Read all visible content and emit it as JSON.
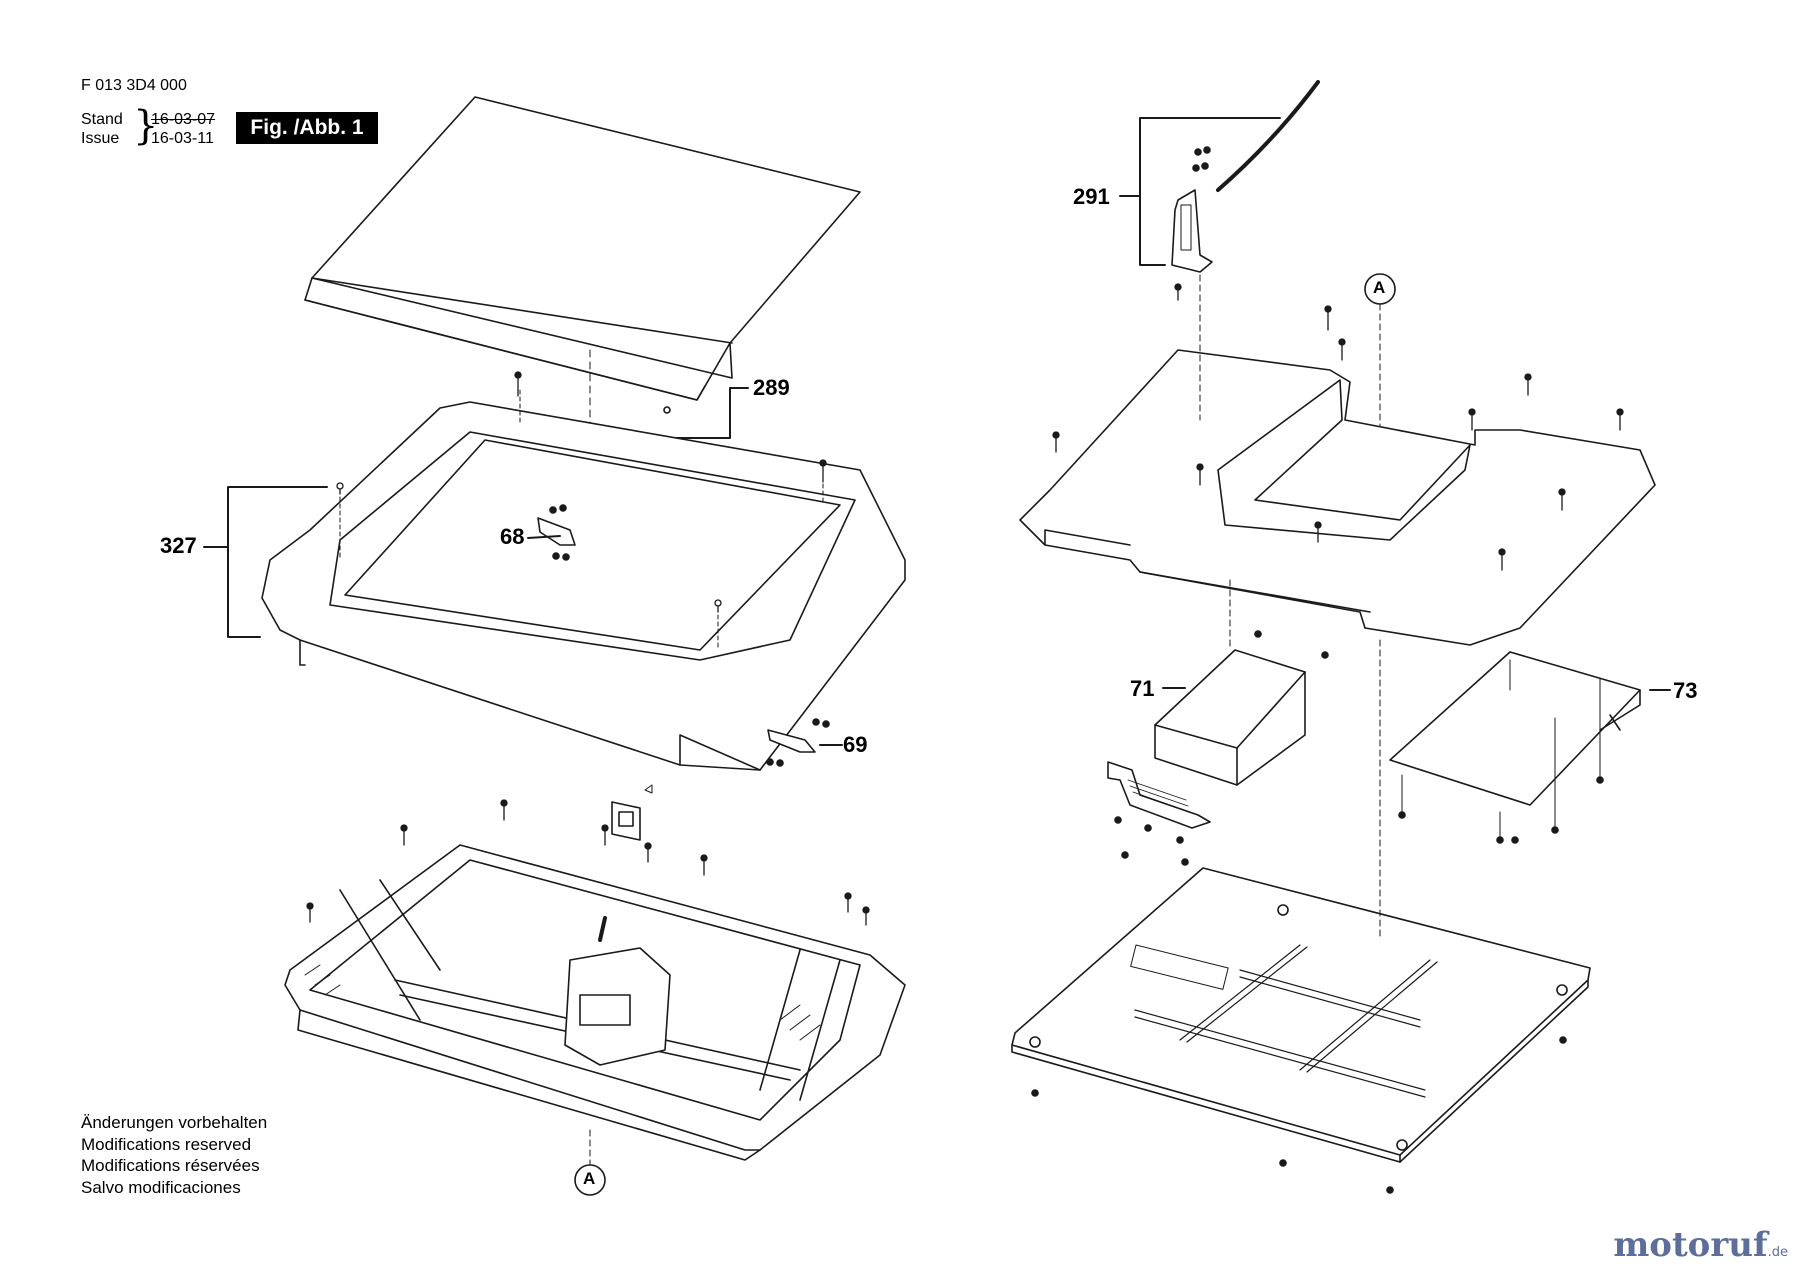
{
  "header": {
    "doc_number": "F 013 3D4 000",
    "stand_label": "Stand",
    "issue_label": "Issue",
    "stand_date": "16-03-07",
    "issue_date": "16-03-11",
    "figure_badge": "Fig. /Abb. 1"
  },
  "parts": {
    "p289": "289",
    "p327": "327",
    "p68": "68",
    "p69": "69",
    "p291": "291",
    "p71": "71",
    "p73": "73"
  },
  "markers": {
    "top": "A",
    "bottom": "A"
  },
  "notes": [
    "Änderungen vorbehalten",
    "Modifications reserved",
    "Modifications réservées",
    "Salvo modificaciones"
  ],
  "watermark": {
    "main": "motoruf",
    "tld": ".de"
  },
  "colors": {
    "line": "#1a1a1a",
    "badge_bg": "#000000",
    "watermark_blue": "#5d6e9b",
    "watermark_orange": "#d8862a"
  }
}
